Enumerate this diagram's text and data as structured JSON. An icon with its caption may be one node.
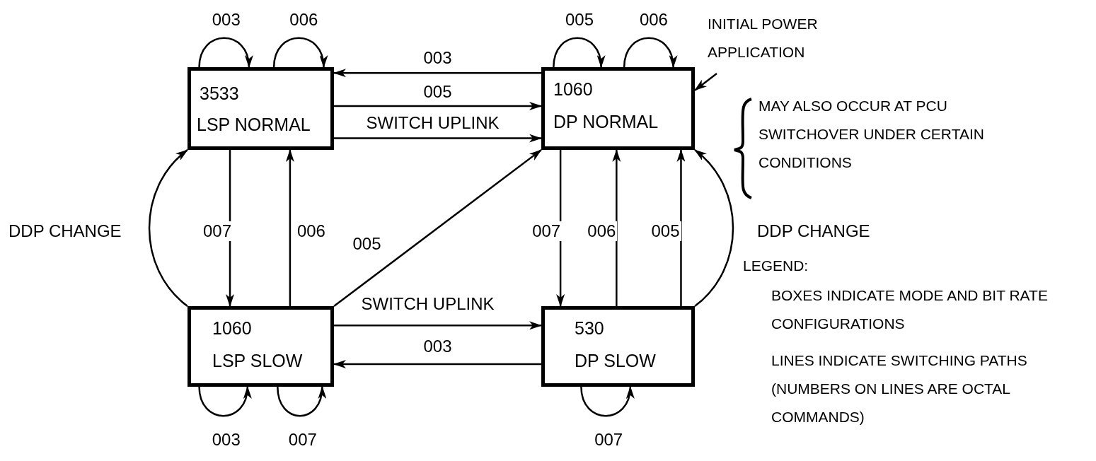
{
  "diagram": {
    "nodes": [
      {
        "text": [
          "3533",
          "LSP NORMAL"
        ]
      },
      {
        "text": [
          "1060",
          "DP NORMAL"
        ]
      },
      {
        "text": [
          "1060",
          "LSP SLOW"
        ]
      },
      {
        "text": [
          "530",
          "DP SLOW"
        ]
      },
      {
        "text": [
          "INITIAL POWER APPLICATION"
        ]
      }
    ],
    "edges": [
      {
        "from": 0,
        "to": 0,
        "arrow": "to",
        "label": "003"
      },
      {
        "from": 0,
        "to": 0,
        "arrow": "to",
        "label": "006"
      },
      {
        "from": 1,
        "to": 1,
        "arrow": "to",
        "label": "005"
      },
      {
        "from": 1,
        "to": 1,
        "arrow": "to",
        "label": "006"
      },
      {
        "from": 1,
        "to": 0,
        "arrow": "to",
        "label": "003"
      },
      {
        "from": 0,
        "to": 1,
        "arrow": "to",
        "label": "005"
      },
      {
        "from": 0,
        "to": 1,
        "arrow": "to",
        "label": "SWITCH UPLINK"
      },
      {
        "from": 4,
        "to": 1,
        "arrow": "to"
      },
      {
        "from": 2,
        "to": 0,
        "arrow": "to",
        "label": "DDP CHANGE"
      },
      {
        "from": 0,
        "to": 2,
        "arrow": "to",
        "label": "007"
      },
      {
        "from": 2,
        "to": 0,
        "arrow": "to",
        "label": "006"
      },
      {
        "from": 2,
        "to": 1,
        "arrow": "to",
        "label": "005"
      },
      {
        "from": 1,
        "to": 3,
        "arrow": "to",
        "label": "007"
      },
      {
        "from": 3,
        "to": 1,
        "arrow": "to",
        "label": "006"
      },
      {
        "from": 3,
        "to": 1,
        "arrow": "to",
        "label": "005"
      },
      {
        "from": 3,
        "to": 1,
        "arrow": "to",
        "label": "DDP CHANGE"
      },
      {
        "from": 2,
        "to": 3,
        "arrow": "to",
        "label": "SWITCH UPLINK"
      },
      {
        "from": 3,
        "to": 2,
        "arrow": "to",
        "label": "003"
      },
      {
        "from": 2,
        "to": 2,
        "arrow": "to",
        "label": "003"
      },
      {
        "from": 2,
        "to": 2,
        "arrow": "to",
        "label": "007"
      },
      {
        "from": 3,
        "to": 3,
        "arrow": "to",
        "label": "007"
      }
    ],
    "labels": [
      "MAY ALSO OCCUR AT PCU SWITCHOVER UNDER CERTAIN CONDITIONS",
      "LEGEND:",
      "BOXES INDICATE MODE AND BIT RATE CONFIGURATIONS",
      "LINES INDICATE SWITCHING PATHS (NUMBERS ON LINES ARE OCTAL COMMANDS)"
    ]
  }
}
